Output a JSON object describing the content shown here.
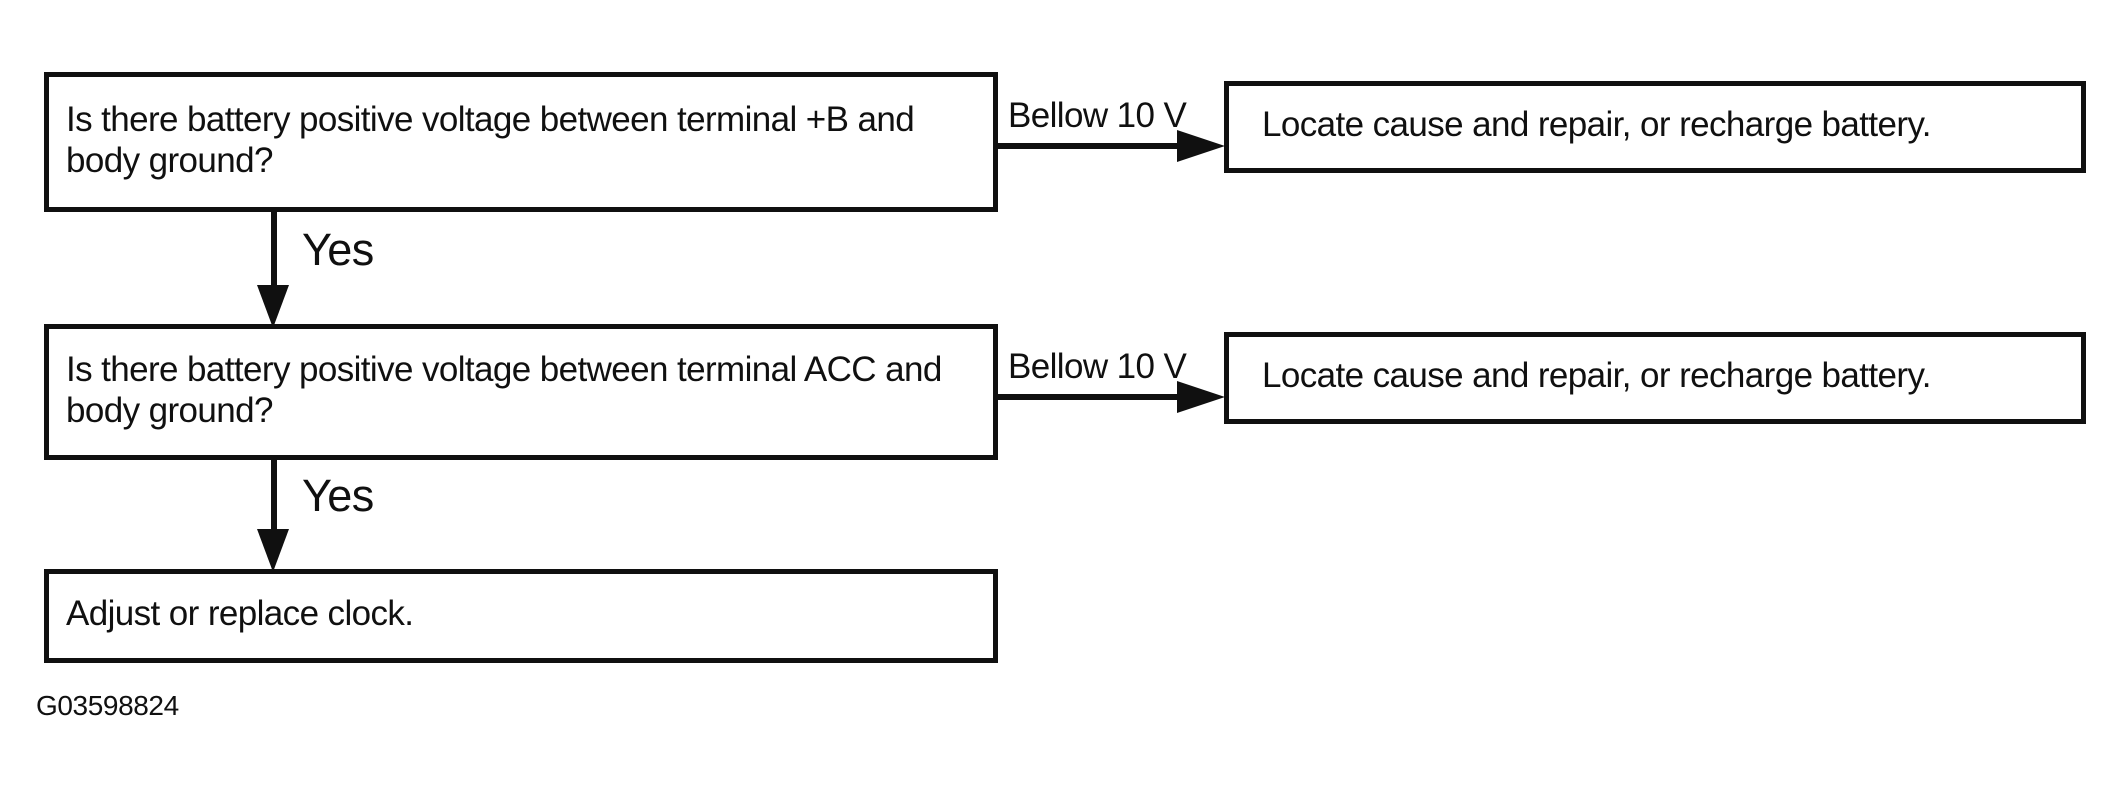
{
  "diagram": {
    "figure_id": "G03598824",
    "colors": {
      "ink": "#101010",
      "background": "#ffffff"
    },
    "boxes": {
      "question1": "Is there battery positive voltage between terminal +B and\nbody ground?",
      "action1": "Locate cause and repair, or recharge battery.",
      "question2": "Is there battery positive voltage between terminal ACC and\nbody ground?",
      "action2": "Locate cause and repair, or recharge battery.",
      "result": "Adjust or replace clock."
    },
    "edge_labels": {
      "q1_to_action1": "Bellow 10 V",
      "q1_to_q2": "Yes",
      "q2_to_action2": "Bellow 10 V",
      "q2_to_result": "Yes"
    }
  }
}
